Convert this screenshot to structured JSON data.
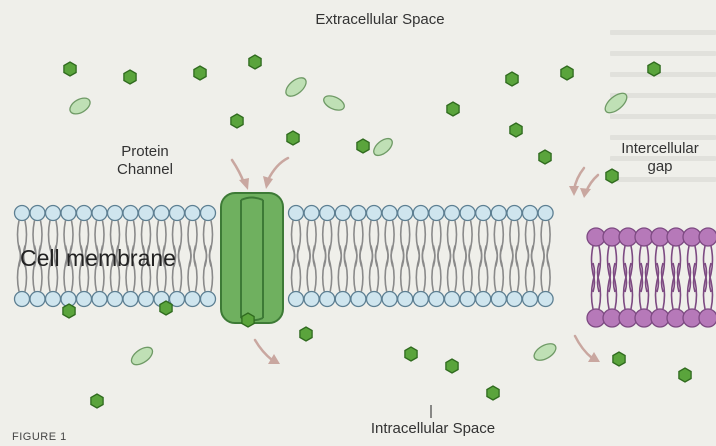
{
  "labels": {
    "extracellular": "Extracellular Space",
    "intracellular": "Intracellular Space",
    "protein_channel": "Protein\nChannel",
    "intercellular_gap": "Intercellular\ngap",
    "cell_membrane": "Cell membrane",
    "figure_caption": "FIGURE 1"
  },
  "colors": {
    "background": "#efefea",
    "head_blue": "#cfe5ee",
    "head_stroke": "#5d7f92",
    "tail": "#8a8a8a",
    "channel_fill": "#6fb05f",
    "channel_stroke": "#3d7a36",
    "head_purple": "#b679b9",
    "tail_purple": "#7d4a82",
    "molecule_hex": "#5aa43c",
    "molecule_hex_stroke": "#2f6a1e",
    "molecule_oval": "#bfe0b5",
    "arrow": "#c9a7a0"
  },
  "molecules": {
    "hexagon": "hexagon-molecule",
    "oval": "oval-molecule"
  }
}
